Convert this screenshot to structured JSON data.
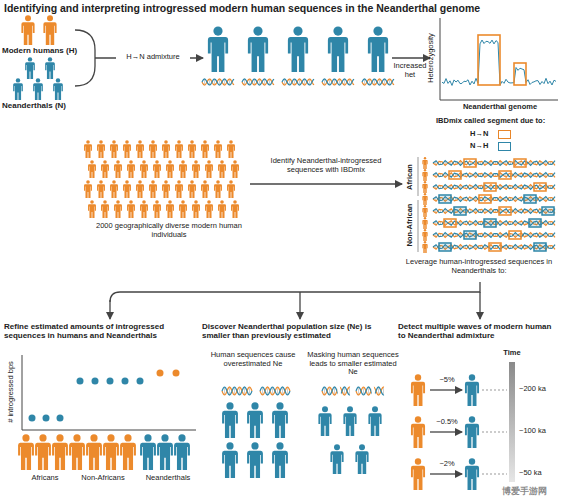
{
  "diagram": {
    "title": "Identifying and interpreting introgressed modern human sequences in the Neanderthal genome",
    "labels": [
      "Modern humans (H)",
      "Neanderthals (N)",
      "H→N admixture",
      "Increased het",
      "Heterozygosity",
      "Neanderthal genome",
      "IBDmix called segment due to:",
      "African",
      "Non-African",
      "2000 geographically diverse modern human individuals",
      "Identify Neanderthal-introgressed sequences with IBDmix",
      "Leverage human-introgressed sequences in Neanderthals to:",
      "Refine estimated amounts of introgressed sequences in humans and Neanderthals",
      "# introgressed bps",
      "Africans",
      "Non-Africans",
      "Neanderthals",
      "Discover Neanderthal population size (Ne) is smaller than previously estimated",
      "Human sequences cause overestimated Ne",
      "Masking human sequences leads to smaller estimated Ne",
      "Detect multiple waves of modern human to Neanderthal admixture",
      "Time",
      "~5%",
      "~200 ka",
      "~0.5%",
      "~100 ka",
      "~2%",
      "~50 ka",
      "博爱手游网"
    ],
    "legend": [
      {
        "text": "H→N",
        "color": "#e8862a"
      },
      {
        "text": "N→H",
        "color": "#2f86a8"
      }
    ]
  }
}
